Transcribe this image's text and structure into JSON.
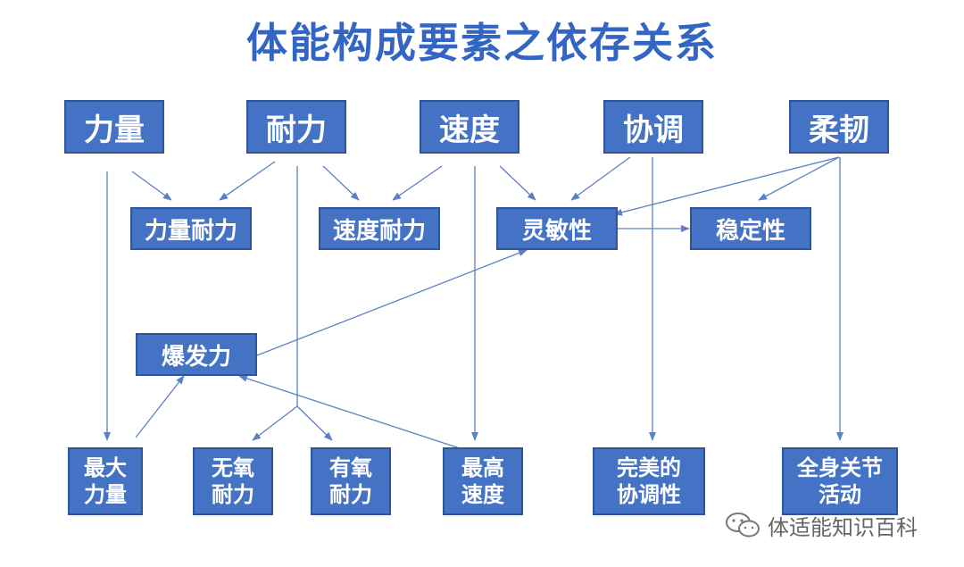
{
  "title": "体能构成要素之依存关系",
  "nodes": {
    "strength": "力量",
    "endurance": "耐力",
    "speed": "速度",
    "coordination": "协调",
    "flexibility": "柔韧",
    "strength_endurance": "力量耐力",
    "speed_endurance": "速度耐力",
    "agility": "灵敏性",
    "stability": "稳定性",
    "power": "爆发力",
    "max_strength_l1": "最大",
    "max_strength_l2": "力量",
    "anaerobic_l1": "无氧",
    "anaerobic_l2": "耐力",
    "aerobic_l1": "有氧",
    "aerobic_l2": "耐力",
    "max_speed_l1": "最高",
    "max_speed_l2": "速度",
    "perfect_coord_l1": "完美的",
    "perfect_coord_l2": "协调性",
    "full_joint_l1": "全身关节",
    "full_joint_l2": "活动"
  },
  "watermark": "体适能知识百科",
  "colors": {
    "box_fill": "#4472c4",
    "box_border": "#2f5597",
    "title": "#3366c4",
    "arrow": "#5b80c4"
  }
}
